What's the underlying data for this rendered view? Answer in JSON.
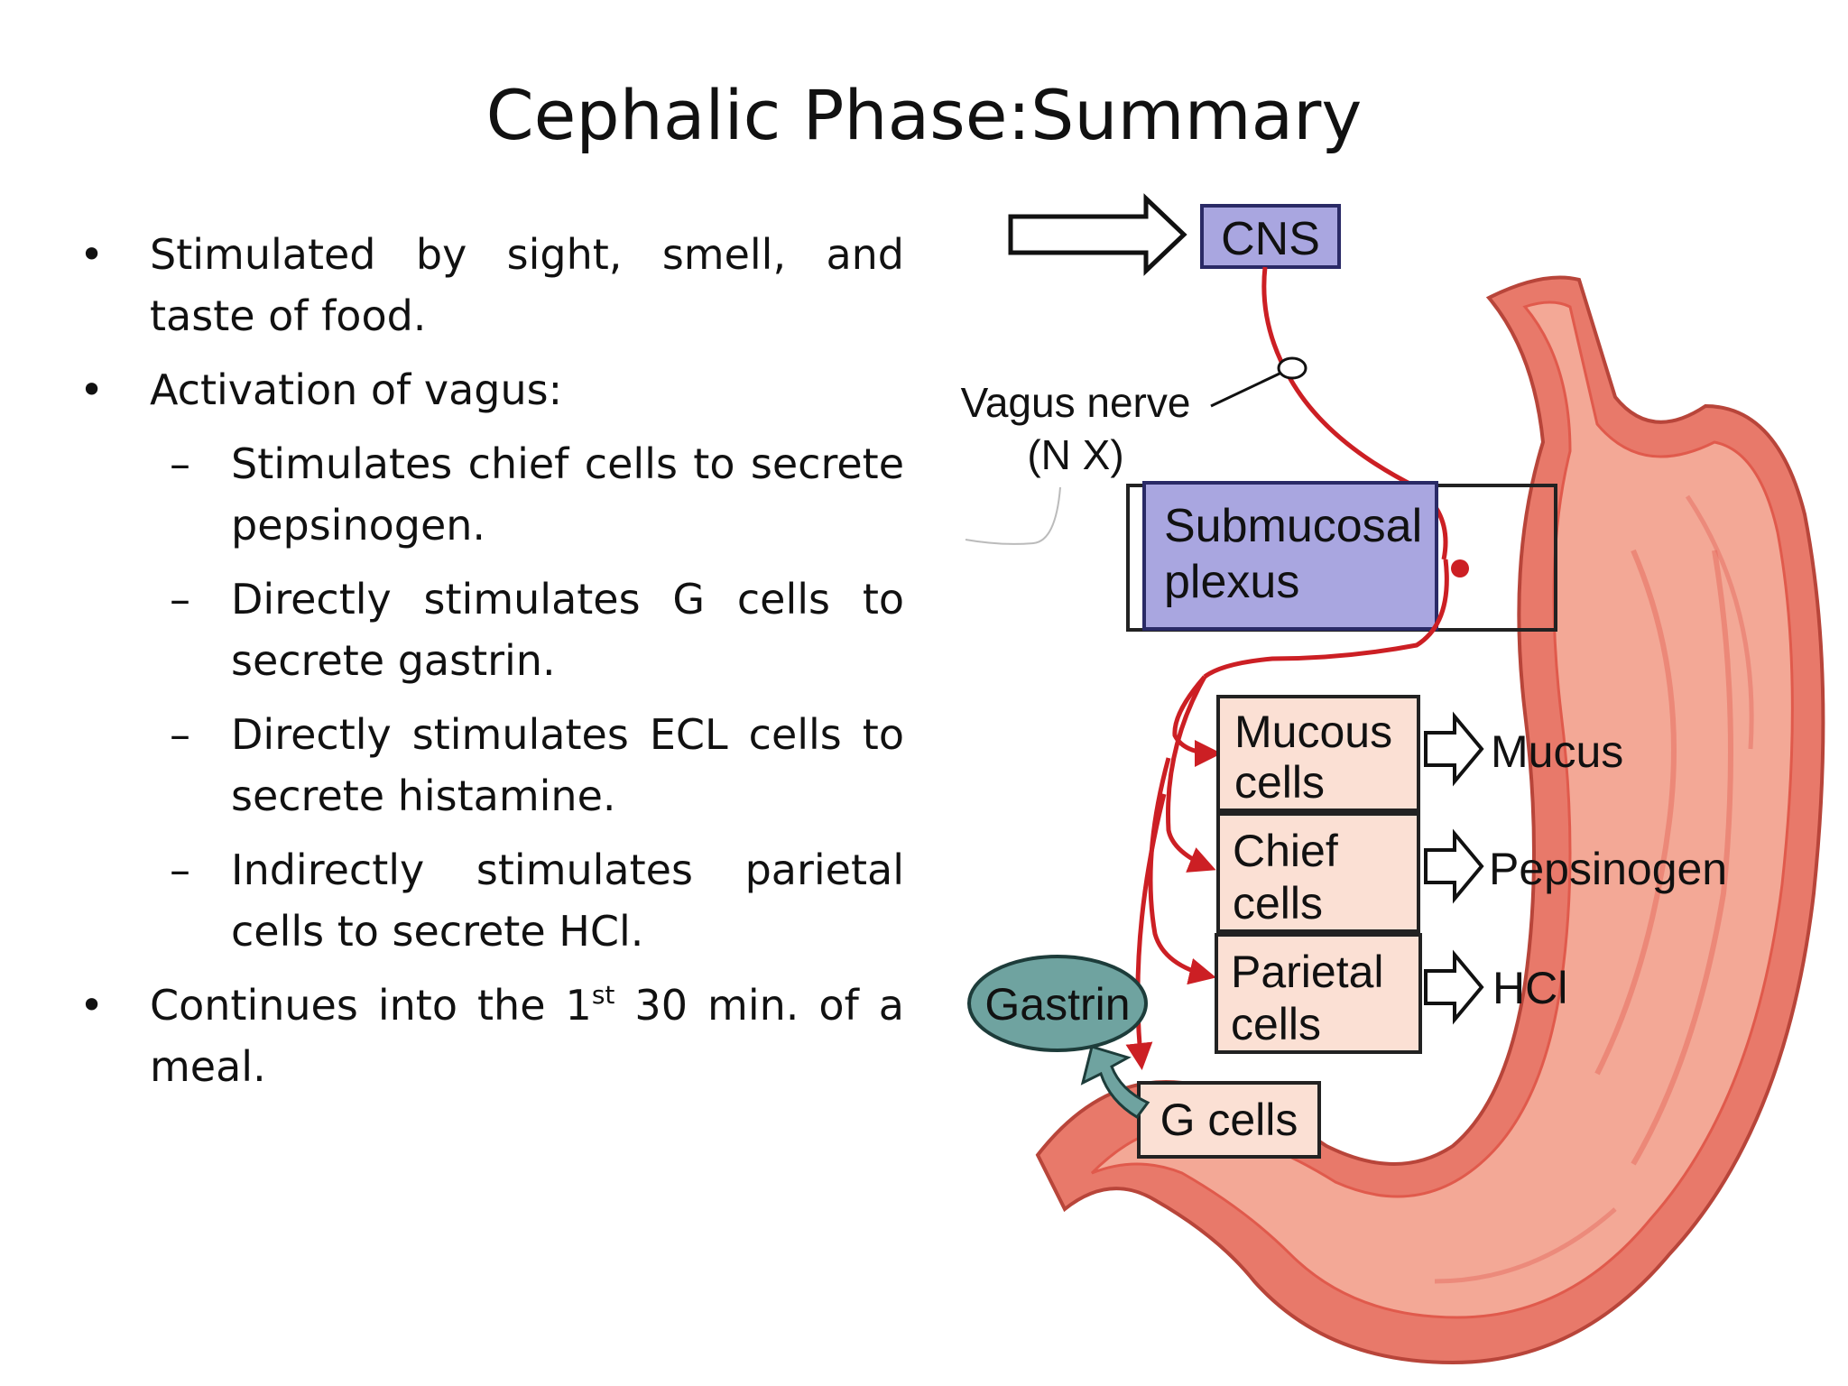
{
  "title": "Cephalic Phase:Summary",
  "bullets": {
    "b1": "Stimulated by sight, smell, and taste of food.",
    "b2": "Activation of vagus:",
    "sub1": "Stimulates chief cells to secrete pepsinogen.",
    "sub2": "Directly stimulates G cells to secrete gastrin.",
    "sub3": "Directly stimulates ECL cells to secrete histamine.",
    "sub4": "Indirectly stimulates parietal cells to secrete HCl.",
    "b3_pre": "Continues into the 1",
    "b3_sup": "st",
    "b3_post": " 30 min. of a meal.",
    "bullet_mark": "•",
    "dash_mark": "–"
  },
  "diagram": {
    "cns": "CNS",
    "vagus_line1": "Vagus nerve",
    "vagus_line2": "(N X)",
    "plexus_line1": "Submucosal",
    "plexus_line2": "plexus",
    "mucous_line1": "Mucous",
    "mucous_line2": "cells",
    "chief_line1": "Chief",
    "chief_line2": "cells",
    "parietal_line1": "Parietal",
    "parietal_line2": "cells",
    "gcells": "G cells",
    "gastrin": "Gastrin",
    "out_mucus": "Mucus",
    "out_pepsinogen": "Pepsinogen",
    "out_hcl": "HCl"
  },
  "colors": {
    "stomach": "#e8796a",
    "stomach_light": "#f3a896",
    "nerve": "#cc1f24",
    "box_blue": "#a9a6e0",
    "box_pink": "#fbe0d4",
    "gastrin_oval": "#6fa3a0"
  }
}
